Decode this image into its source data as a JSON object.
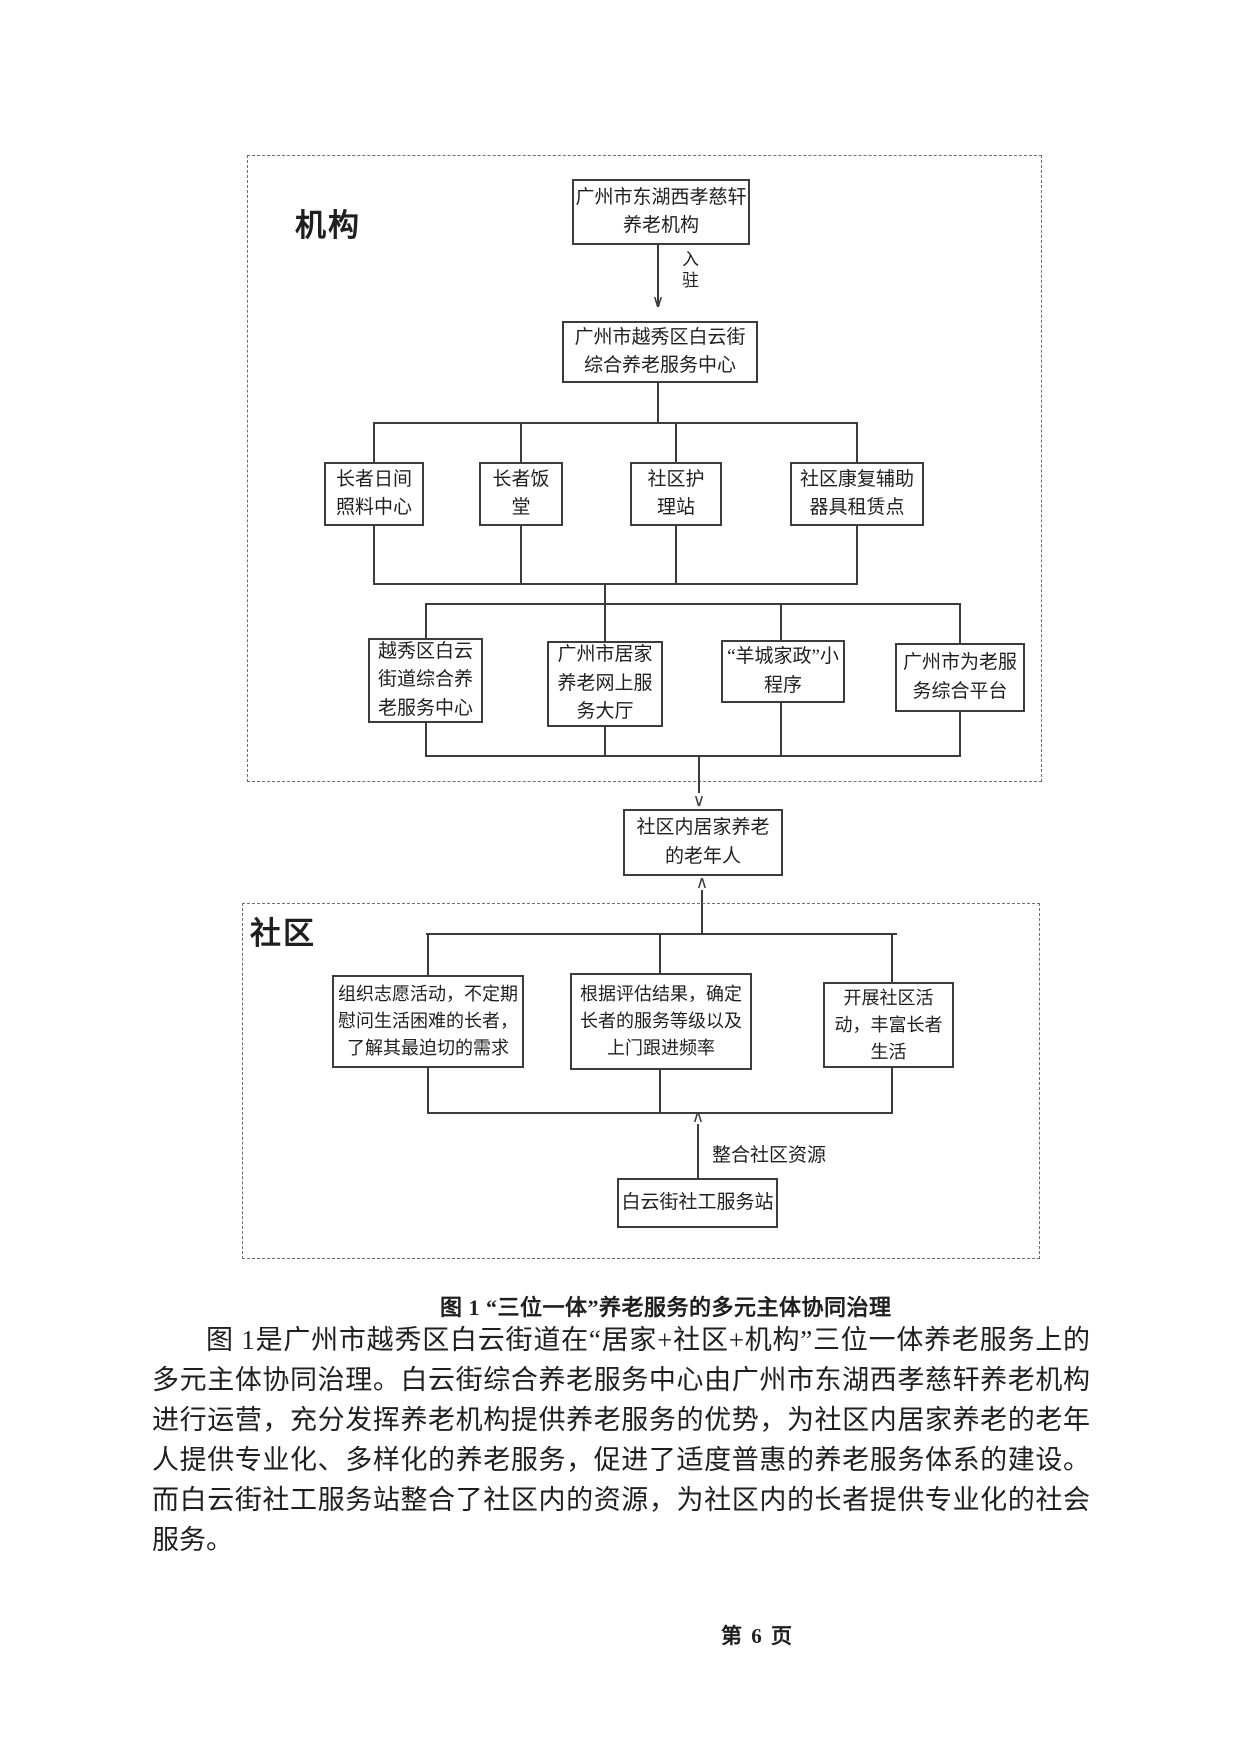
{
  "page": {
    "footer_page_number": "第 6 页"
  },
  "caption": "图 1 “三位一体”养老服务的多元主体协同治理",
  "body_paragraph": "图 1是广州市越秀区白云街道在“居家+社区+机构”三位一体养老服务上的多元主体协同治理。白云街综合养老服务中心由广州市东湖西孝慈轩养老机构进行运营，充分发挥养老机构提供养老服务的优势，为社区内居家养老的老年人提供专业化、多样化的养老服务，促进了适度普惠的养老服务体系的建设。而白云街社工服务站整合了社区内的资源，为社区内的长者提供专业化的社会服务。",
  "diagram": {
    "section_labels": {
      "institution": "机构",
      "community": "社区"
    },
    "edge_labels": {
      "move_in": "入驻",
      "integrate_resources": "整合社区资源"
    },
    "nodes": {
      "operator_org": "广州市东湖西孝慈轩养老机构",
      "service_center": "广州市越秀区白云街综合养老服务中心",
      "day_care": "长者日间照料中心",
      "canteen": "长者饭堂",
      "nursing_station": "社区护理站",
      "rehab_rental": "社区康复辅助器具租赁点",
      "street_center": "越秀区白云街道综合养老服务中心",
      "online_hall": "广州市居家养老网上服务大厅",
      "mini_program": "“羊城家政”小程序",
      "elder_platform": "广州市为老服务综合平台",
      "home_elderly": "社区内居家养老的老年人",
      "volunteer_activity": "组织志愿活动，不定期慰问生活困难的长者，了解其最迫切的需求",
      "assessment": "根据评估结果，确定长者的服务等级以及上门跟进频率",
      "community_activity": "开展社区活动，丰富长者生活",
      "social_work_station": "白云街社工服务站"
    },
    "colors": {
      "line": "#3c3c3c",
      "text": "#1f1f1f"
    }
  },
  "icons": {
    "arrow_down_glyph": "∨",
    "arrow_up_glyph": "∧"
  }
}
